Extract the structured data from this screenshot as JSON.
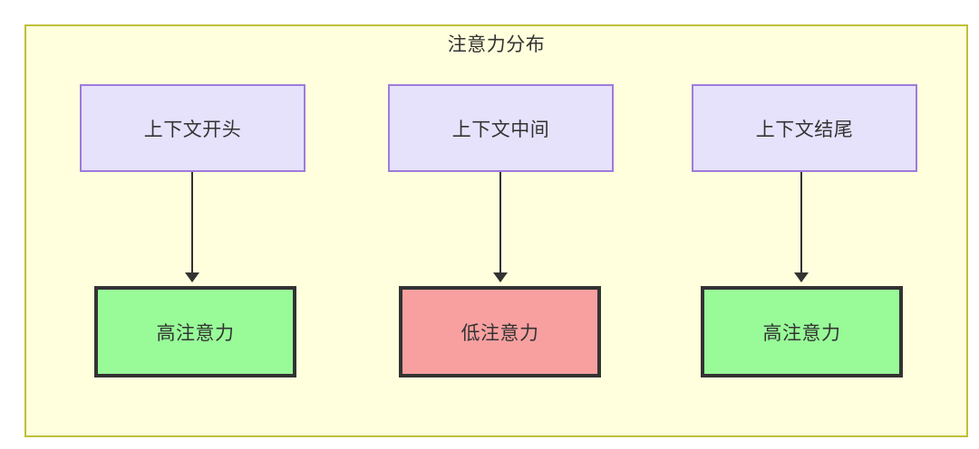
{
  "diagram": {
    "title": "注意力分布",
    "background_color": "#ffffdd",
    "border_color": "#bfbf38",
    "columns": [
      {
        "source_label": "上下文开头",
        "target_label": "高注意力",
        "target_state": "high",
        "target_fill": "#98fb98"
      },
      {
        "source_label": "上下文中间",
        "target_label": "低注意力",
        "target_state": "low",
        "target_fill": "#f8a0a0"
      },
      {
        "source_label": "上下文结尾",
        "target_label": "高注意力",
        "target_state": "high",
        "target_fill": "#98fb98"
      }
    ],
    "node_styles": {
      "source_fill": "#e6e2fb",
      "source_border": "#9e7bdd",
      "target_border": "#333333"
    }
  }
}
